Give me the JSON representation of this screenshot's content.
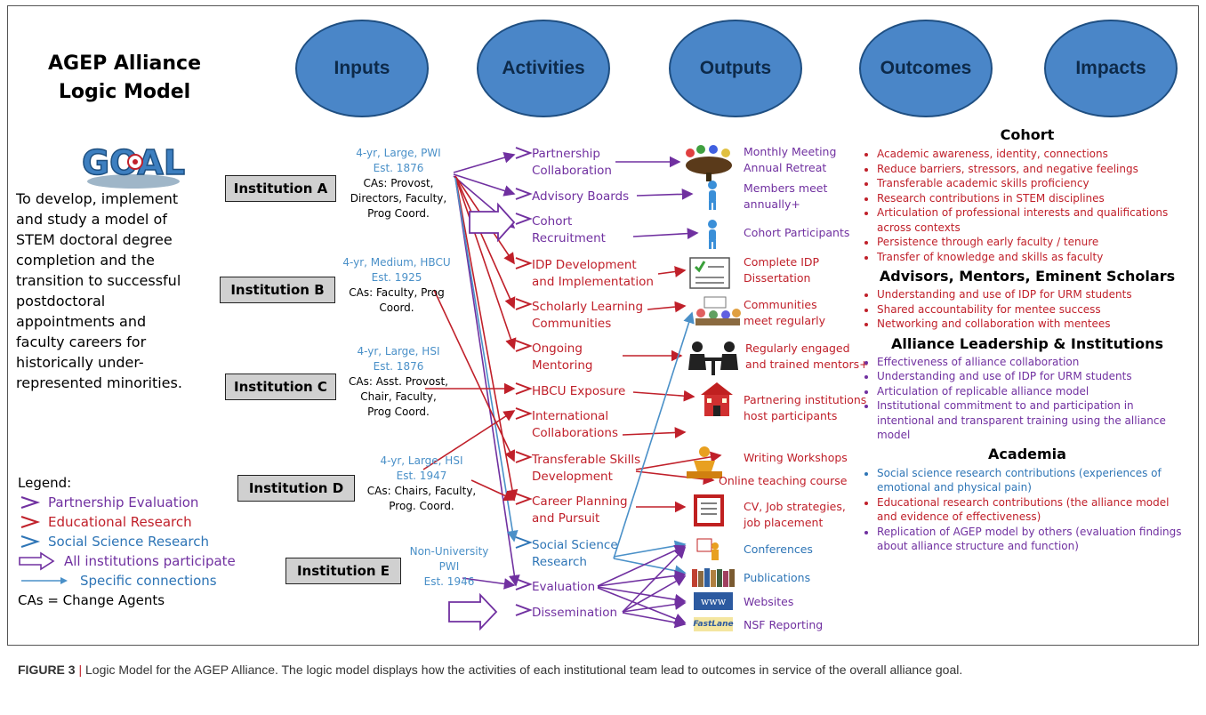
{
  "title": {
    "line1": "AGEP Alliance",
    "line2": "Logic Model"
  },
  "columns": [
    "Inputs",
    "Activities",
    "Outputs",
    "Outcomes",
    "Impacts"
  ],
  "goal": {
    "logo_text": "GOAL",
    "lines": [
      "To develop, implement",
      "and study a model of",
      "STEM doctoral degree",
      "completion and the",
      "transition to successful",
      "postdoctoral",
      "appointments and",
      "faculty careers for",
      "historically under-",
      "represented minorities."
    ]
  },
  "institutions": [
    {
      "name": "Institution A",
      "desc_blue": [
        "4-yr, Large, PWI",
        "Est. 1876"
      ],
      "desc_black": [
        "CAs: Provost,",
        "Directors, Faculty,",
        "Prog Coord."
      ]
    },
    {
      "name": "Institution B",
      "desc_blue": [
        "4-yr, Medium, HBCU",
        "Est. 1925"
      ],
      "desc_black": [
        "CAs: Faculty, Prog",
        "Coord."
      ]
    },
    {
      "name": "Institution C",
      "desc_blue": [
        "4-yr, Large, HSI",
        "Est. 1876"
      ],
      "desc_black": [
        "CAs: Asst. Provost,",
        "Chair, Faculty,",
        "Prog Coord."
      ]
    },
    {
      "name": "Institution D",
      "desc_blue": [
        "4-yr, Large, HSI",
        "Est. 1947"
      ],
      "desc_black": [
        "CAs: Chairs, Faculty,",
        "Prog. Coord."
      ]
    },
    {
      "name": "Institution E",
      "desc_blue": [
        "Non-University",
        "PWI",
        "Est. 1946"
      ],
      "desc_black": []
    }
  ],
  "activities": [
    {
      "lines": [
        "Partnership",
        "Collaboration"
      ],
      "color": "purple"
    },
    {
      "lines": [
        "Advisory Boards"
      ],
      "color": "purple"
    },
    {
      "lines": [
        "Cohort",
        "Recruitment"
      ],
      "color": "purple"
    },
    {
      "lines": [
        "IDP Development",
        "and Implementation"
      ],
      "color": "red"
    },
    {
      "lines": [
        "Scholarly Learning",
        "Communities"
      ],
      "color": "red"
    },
    {
      "lines": [
        "Ongoing",
        "Mentoring"
      ],
      "color": "red"
    },
    {
      "lines": [
        "HBCU Exposure"
      ],
      "color": "red"
    },
    {
      "lines": [
        "International",
        "Collaborations"
      ],
      "color": "red"
    },
    {
      "lines": [
        "Transferable Skills",
        "Development"
      ],
      "color": "red"
    },
    {
      "lines": [
        "Career Planning",
        "and Pursuit"
      ],
      "color": "red"
    },
    {
      "lines": [
        "Social Science",
        "Research"
      ],
      "color": "blue"
    },
    {
      "lines": [
        "Evaluation"
      ],
      "color": "purple"
    },
    {
      "lines": [
        "Dissemination"
      ],
      "color": "purple"
    }
  ],
  "outputs": [
    {
      "lines": [
        "Monthly Meeting",
        "Annual Retreat"
      ],
      "color": "purple"
    },
    {
      "lines": [
        "Members meet",
        "annually+"
      ],
      "color": "purple"
    },
    {
      "lines": [
        "Cohort Participants"
      ],
      "color": "purple"
    },
    {
      "lines": [
        "Complete IDP",
        "Dissertation"
      ],
      "color": "red"
    },
    {
      "lines": [
        "Communities",
        "meet regularly"
      ],
      "color": "red"
    },
    {
      "lines": [
        "Regularly engaged",
        "and trained mentors+"
      ],
      "color": "red"
    },
    {
      "lines": [
        "Partnering institutions",
        "host participants"
      ],
      "color": "red"
    },
    {
      "lines": [
        "Writing Workshops"
      ],
      "color": "red"
    },
    {
      "lines": [
        "Online teaching course"
      ],
      "color": "red"
    },
    {
      "lines": [
        "CV, Job strategies,",
        "job placement"
      ],
      "color": "red"
    },
    {
      "lines": [
        "Conferences"
      ],
      "color": "blue"
    },
    {
      "lines": [
        "Publications"
      ],
      "color": "blue"
    },
    {
      "lines": [
        "Websites"
      ],
      "color": "purple"
    },
    {
      "lines": [
        "NSF Reporting"
      ],
      "color": "purple"
    }
  ],
  "icon_labels": {
    "www": "www",
    "fastlane": "FastLane"
  },
  "impacts": [
    {
      "heading": "Cohort",
      "items": [
        {
          "text": "Academic awareness, identity, connections",
          "color": "r"
        },
        {
          "text": "Reduce barriers, stressors, and negative feelings",
          "color": "r"
        },
        {
          "text": "Transferable academic skills proficiency",
          "color": "r"
        },
        {
          "text": "Research contributions in STEM disciplines",
          "color": "r"
        },
        {
          "text": "Articulation of professional interests and qualifications across contexts",
          "color": "r"
        },
        {
          "text": "Persistence through early faculty / tenure",
          "color": "r"
        },
        {
          "text": "Transfer of knowledge and skills as faculty",
          "color": "r"
        }
      ]
    },
    {
      "heading": "Advisors, Mentors, Eminent Scholars",
      "items": [
        {
          "text": "Understanding and use of IDP for URM students",
          "color": "r"
        },
        {
          "text": "Shared accountability for mentee success",
          "color": "r"
        },
        {
          "text": "Networking and collaboration with mentees",
          "color": "r"
        }
      ]
    },
    {
      "heading": "Alliance Leadership & Institutions",
      "items": [
        {
          "text": "Effectiveness of alliance collaboration",
          "color": "p"
        },
        {
          "text": "Understanding and use of IDP for URM students",
          "color": "p"
        },
        {
          "text": "Articulation of replicable alliance model",
          "color": "p"
        },
        {
          "text": "Institutional commitment  to and participation in intentional and transparent training using the alliance model",
          "color": "p"
        }
      ]
    },
    {
      "heading": "Academia",
      "items": [
        {
          "text": "Social science research contributions (experiences of emotional and physical pain)",
          "color": "b"
        },
        {
          "text": "Educational research contributions (the alliance model and evidence of effectiveness)",
          "color": "r"
        },
        {
          "text": "Replication of AGEP model by others (evaluation findings about alliance structure and function)",
          "color": "p"
        }
      ]
    }
  ],
  "legend": {
    "title": "Legend:",
    "partnership": "Partnership Evaluation",
    "educational": "Educational Research",
    "social": "Social Science Research",
    "all_inst": "All institutions participate",
    "specific": "Specific connections",
    "cas": "CAs = Change Agents"
  },
  "caption": {
    "label": "FIGURE 3",
    "sep": " | ",
    "text": "Logic Model for the AGEP Alliance. The logic model displays how the activities of each institutional team lead to outcomes in service of the overall alliance goal."
  },
  "colors": {
    "purple": "#7030a0",
    "red": "#c0202a",
    "blue": "#2e75b6",
    "lightblue": "#4a90c8",
    "ellipse": "#4a86c8"
  }
}
